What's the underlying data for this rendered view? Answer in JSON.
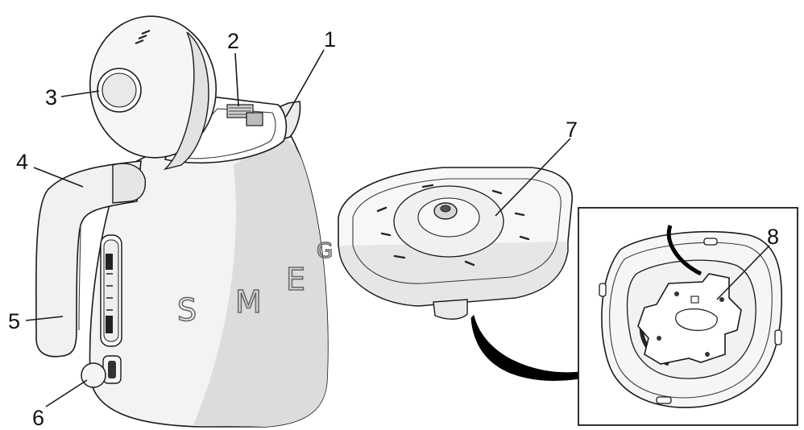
{
  "colors": {
    "outline": "#1a1a1a",
    "body_light": "#f4f4f4",
    "body_shade": "#dedede",
    "dark_detail": "#222222",
    "cord_black": "#000000",
    "background": "#ffffff"
  },
  "brand": {
    "letters": [
      "S",
      "M",
      "E",
      "G"
    ]
  },
  "callouts": [
    {
      "id": "1",
      "label": "1"
    },
    {
      "id": "2",
      "label": "2"
    },
    {
      "id": "3",
      "label": "3"
    },
    {
      "id": "4",
      "label": "4"
    },
    {
      "id": "5",
      "label": "5"
    },
    {
      "id": "6",
      "label": "6"
    },
    {
      "id": "7",
      "label": "7"
    },
    {
      "id": "8",
      "label": "8"
    }
  ],
  "icons": {
    "kettle": "kettle-illustration",
    "base": "power-base-illustration",
    "base_underside": "base-underside-illustration",
    "cord": "power-cord-swoosh"
  }
}
